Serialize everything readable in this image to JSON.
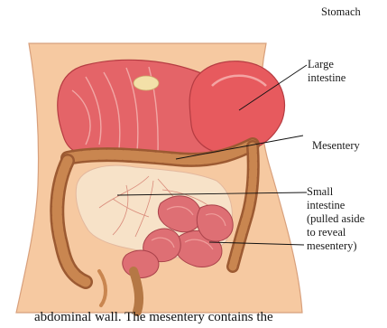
{
  "figure": {
    "labels": {
      "stomach": "Stomach",
      "large_intestine": [
        "Large",
        "intestine"
      ],
      "mesentery": "Mesentery",
      "small_intestine": [
        "Small",
        "intestine",
        "(pulled aside",
        "to reveal",
        "mesentery)"
      ]
    },
    "caption": "abdominal wall. The mesentery contains the"
  },
  "colors": {
    "skin": "#f6c9a1",
    "stomach": "#e75a5e",
    "large_intestine": "#b8703f",
    "small_intestine": "#de6f74",
    "mesentery": "#f7e2c8"
  }
}
